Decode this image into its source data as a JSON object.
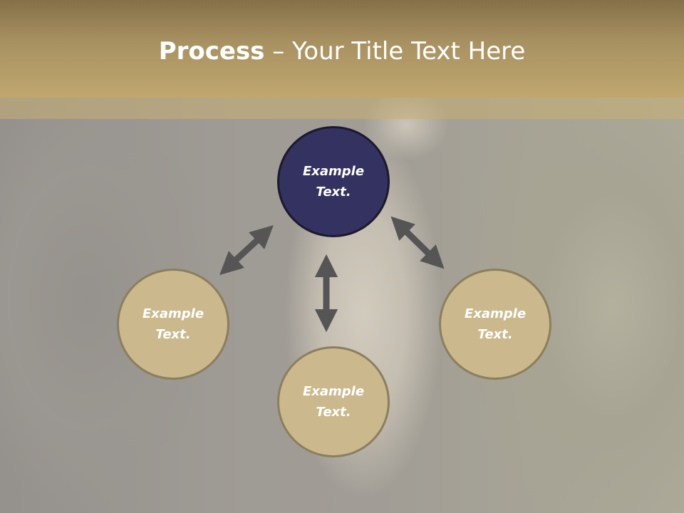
{
  "slide": {
    "title_bold": "Process",
    "title_rest": " – Your Title Text Here"
  },
  "diagram": {
    "center_top": {
      "line1": "Example",
      "line2": "Text."
    },
    "left": {
      "line1": "Example",
      "line2": "Text."
    },
    "bottom": {
      "line1": "Example",
      "line2": "Text."
    },
    "right": {
      "line1": "Example",
      "line2": "Text."
    }
  },
  "colors": {
    "title_band": "#a99262",
    "dark_circle": "#343260",
    "tan_circle": "#cbb98d",
    "arrow": "#555555"
  }
}
